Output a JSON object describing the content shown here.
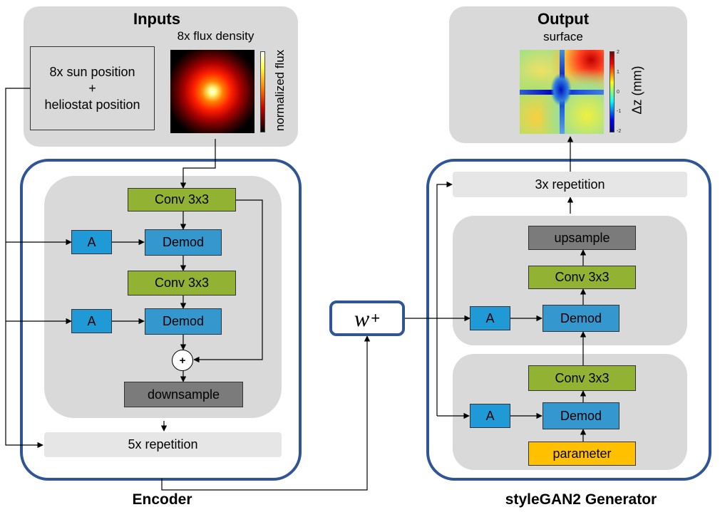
{
  "inputs": {
    "title": "Inputs",
    "position_line1": "8x sun position",
    "position_line2": "+",
    "position_line3": "heliostat position",
    "flux_title": "8x flux density",
    "flux_axis": "normalized flux"
  },
  "encoder": {
    "label": "Encoder",
    "conv1": "Conv 3x3",
    "conv2": "Conv 3x3",
    "a1": "A",
    "a2": "A",
    "demod1": "Demod",
    "demod2": "Demod",
    "plus": "+",
    "downsample": "downsample",
    "repetition": "5x repetition"
  },
  "latent": {
    "w": "w",
    "sup": "+"
  },
  "generator": {
    "label": "styleGAN2 Generator",
    "repetition": "3x repetition",
    "upsample": "upsample",
    "conv1": "Conv 3x3",
    "conv2": "Conv 3x3",
    "a1": "A",
    "a2": "A",
    "demod1": "Demod",
    "demod2": "Demod",
    "parameter": "parameter"
  },
  "output": {
    "title": "Output",
    "subtitle": "surface",
    "axis": "Δz (mm)",
    "ticks": [
      "2",
      "1",
      "0",
      "-1",
      "-2"
    ]
  },
  "colors": {
    "frame": "#2f5597",
    "conv": "#92b233",
    "demod": "#3498cf",
    "a_block": "#1f9ad6",
    "sample": "#7b7b7b",
    "parameter": "#ffc000",
    "panel": "#d9d9d9"
  }
}
